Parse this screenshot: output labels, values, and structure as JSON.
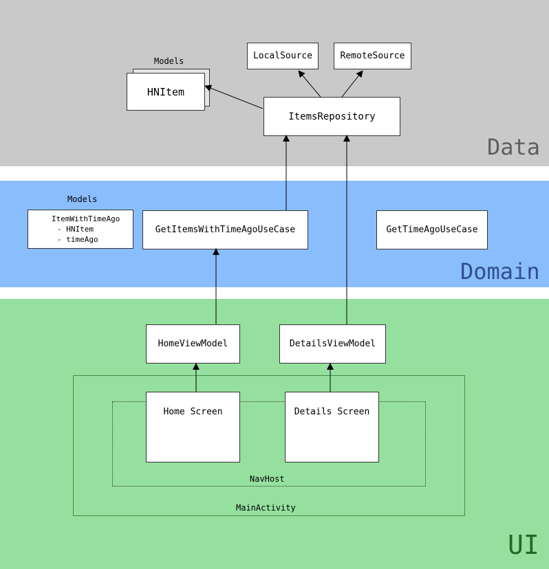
{
  "layers": {
    "data": {
      "label": "Data",
      "background": "#c9c9c9",
      "label_color": "#5f5f5f"
    },
    "domain": {
      "label": "Domain",
      "background": "#8abdfc",
      "label_color": "#2f4f8f"
    },
    "ui": {
      "label": "UI",
      "background": "#95e09e",
      "label_color": "#1f6b27"
    }
  },
  "data_layer": {
    "models_caption": "Models",
    "hnitem": "HNItem",
    "local_source": "LocalSource",
    "remote_source": "RemoteSource",
    "items_repository": "ItemsRepository"
  },
  "domain_layer": {
    "models_caption": "Models",
    "item_with_time_ago": {
      "title": "ItemWithTimeAgo",
      "fields": [
        "- HNItem",
        "- timeAgo"
      ]
    },
    "get_items_use_case": "GetItemsWithTimeAgoUseCase",
    "get_time_ago_use_case": "GetTimeAgoUseCase"
  },
  "ui_layer": {
    "home_view_model": "HomeViewModel",
    "details_view_model": "DetailsViewModel",
    "home_screen": "Home Screen",
    "details_screen": "Details Screen",
    "nav_host": "NavHost",
    "main_activity": "MainActivity"
  },
  "colors": {
    "main_activity_border": "#3f8f47",
    "nav_host_border": "#333333",
    "arrow": "#000000"
  }
}
